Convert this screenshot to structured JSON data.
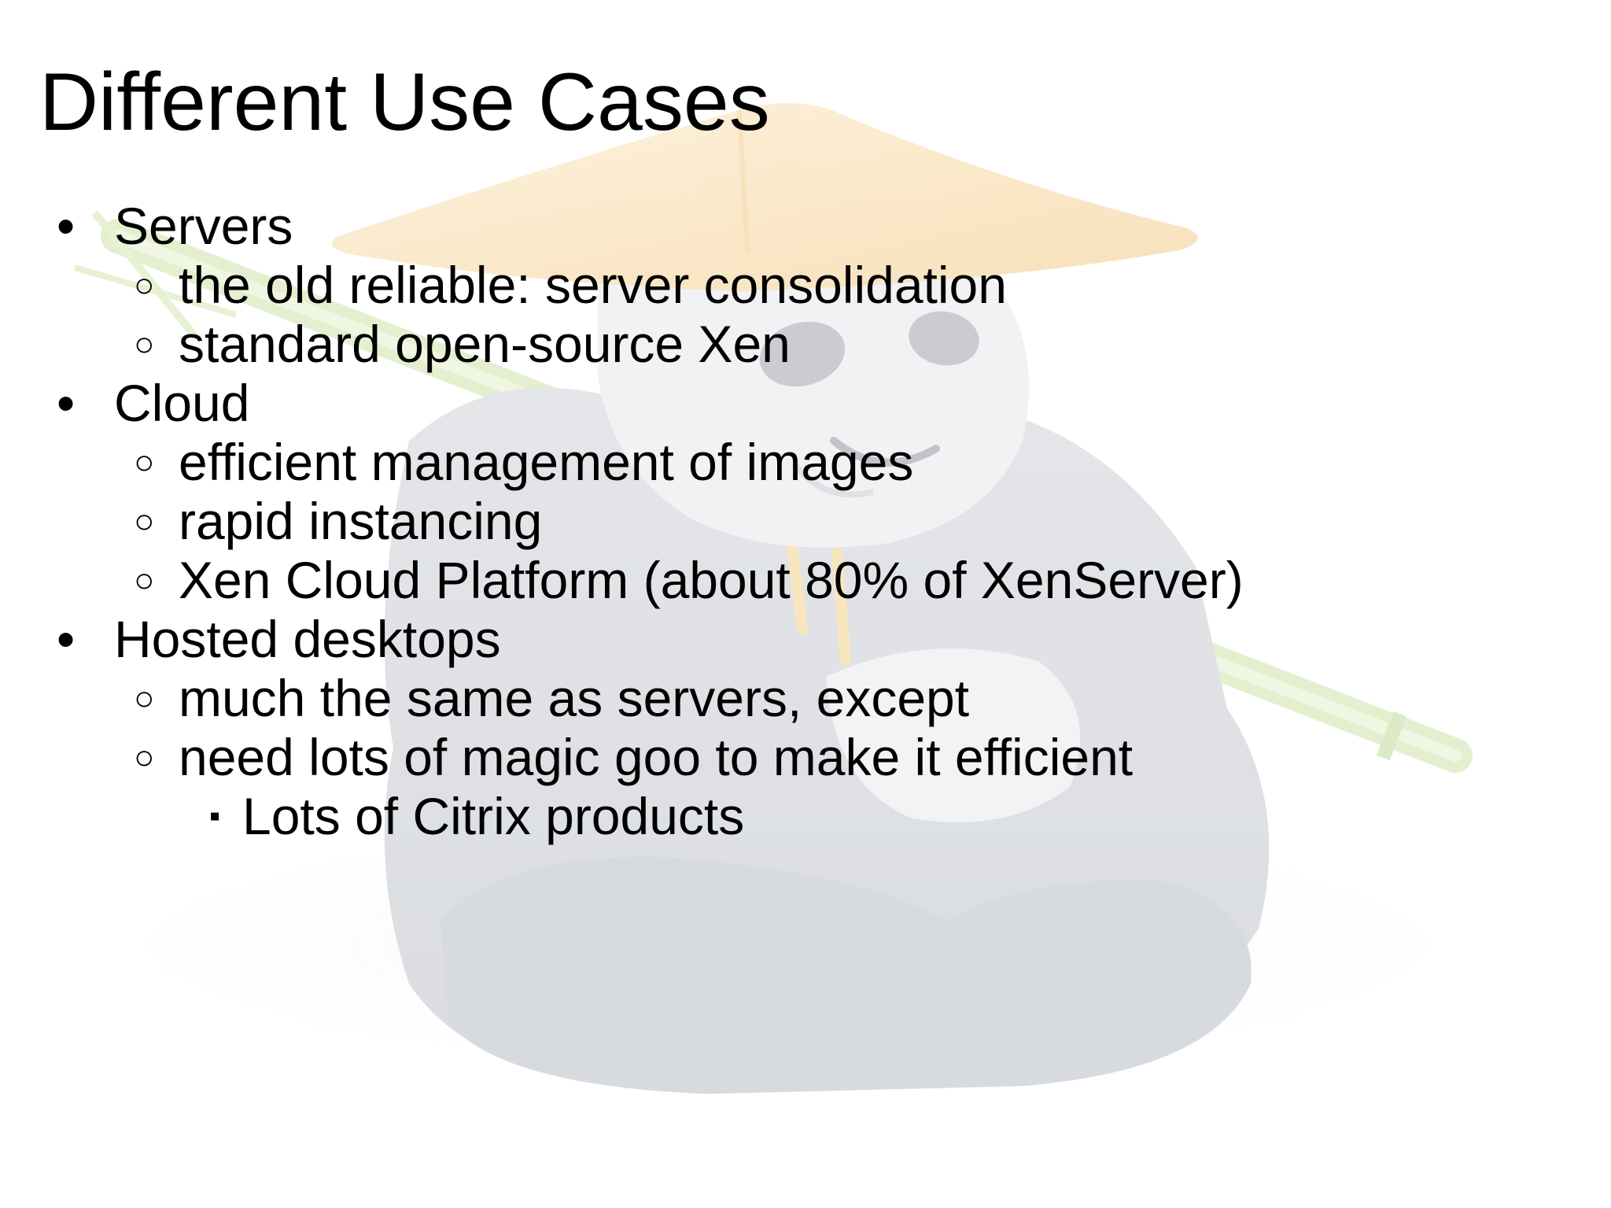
{
  "slide": {
    "title": "Different Use Cases",
    "markers": {
      "level1": "•",
      "level2": "○",
      "level3": "▪"
    },
    "items": [
      {
        "level": 1,
        "text": "Servers"
      },
      {
        "level": 2,
        "text": "the old reliable: server consolidation"
      },
      {
        "level": 2,
        "text": "standard open-source Xen"
      },
      {
        "level": 1,
        "text": "Cloud"
      },
      {
        "level": 2,
        "text": "efficient management of images"
      },
      {
        "level": 2,
        "text": "rapid instancing"
      },
      {
        "level": 2,
        "text": "Xen Cloud Platform (about 80% of XenServer)"
      },
      {
        "level": 1,
        "text": "Hosted desktops"
      },
      {
        "level": 2,
        "text": "much the same as servers, except"
      },
      {
        "level": 2,
        "text": "need lots of magic goo to make it efficient"
      },
      {
        "level": 3,
        "text": "Lots of Citrix products"
      }
    ]
  },
  "background": {
    "illustration": "panda-mascot-with-straw-hat-and-bamboo",
    "colors": {
      "hat": "#f7d79a",
      "bamboo": "#cfe6a8",
      "robe": "#c9ccd2",
      "face": "#e7e8ec",
      "shadow": "#ececec"
    }
  }
}
